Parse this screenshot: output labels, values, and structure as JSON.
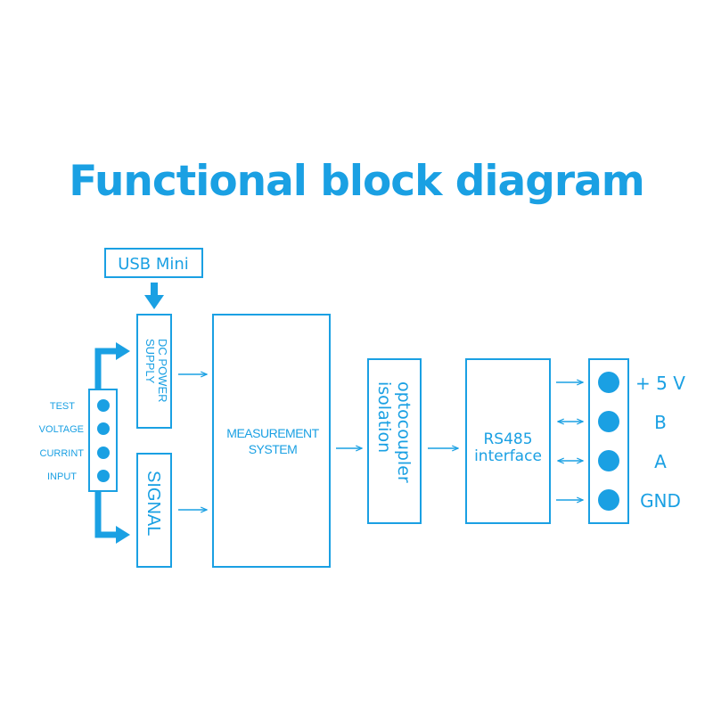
{
  "title": "Functional block diagram",
  "colors": {
    "primary": "#1aa0e3"
  },
  "usb": "USB Mini",
  "input_labels": [
    "TEST",
    "VOLTAGE",
    "CURRINT",
    "INPUT"
  ],
  "blocks": {
    "dc_power": [
      "DC POWER",
      "SUPPLY"
    ],
    "signal": "SIGNAL",
    "measurement": [
      "MEASUREMENT",
      "SYSTEM"
    ],
    "optocoupler": [
      "optocoupler",
      "isolation"
    ],
    "rs485": [
      "RS485",
      "interface"
    ]
  },
  "outputs": [
    "+ 5 V",
    "B",
    "A",
    "GND"
  ],
  "connections": [
    {
      "from": "usb-mini",
      "to": "dc-power-supply",
      "style": "bold-arrow"
    },
    {
      "from": "terminal",
      "to": "dc-power-supply",
      "style": "bold-arrow"
    },
    {
      "from": "terminal",
      "to": "signal",
      "style": "bold-arrow"
    },
    {
      "from": "dc-power-supply",
      "to": "measurement-system",
      "style": "arrow"
    },
    {
      "from": "signal",
      "to": "measurement-system",
      "style": "arrow"
    },
    {
      "from": "measurement-system",
      "to": "optocoupler-isolation",
      "style": "arrow"
    },
    {
      "from": "optocoupler-isolation",
      "to": "rs485-interface",
      "style": "arrow"
    },
    {
      "from": "rs485-interface",
      "to": "+5V",
      "style": "arrow-left"
    },
    {
      "from": "rs485-interface",
      "to": "B",
      "style": "bidirectional"
    },
    {
      "from": "rs485-interface",
      "to": "A",
      "style": "bidirectional"
    },
    {
      "from": "rs485-interface",
      "to": "GND",
      "style": "arrow"
    }
  ]
}
